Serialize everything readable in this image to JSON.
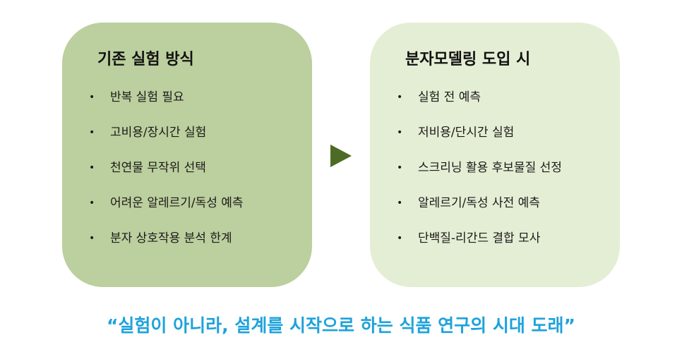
{
  "left_card": {
    "title": "기존 실험 방식",
    "items": [
      "반복 실험 필요",
      "고비용/장시간 실험",
      "천연물 무작위 선택",
      "어려운 알레르기/독성 예측",
      "분자 상호작용 분석 한계"
    ]
  },
  "right_card": {
    "title": "분자모델링 도입 시",
    "items": [
      "실험 전 예측",
      "저비용/단시간 실험",
      "스크리닝 활용 후보물질 선정",
      "알레르기/독성 사전 예측",
      "단백질-리간드 결합 모사"
    ]
  },
  "bullet_glyph": "•",
  "tagline": "“실험이 아니라, 설계를 시작으로 하는 식품 연구의 시대 도래”",
  "colors": {
    "left_card_bg": "#bccf9e",
    "right_card_bg": "#e4eed4",
    "arrow": "#4e6b26",
    "tagline": "#1ea2db"
  },
  "icons": {
    "arrow": "right-triangle-arrow-icon",
    "bullet": "bullet-dot-icon"
  }
}
